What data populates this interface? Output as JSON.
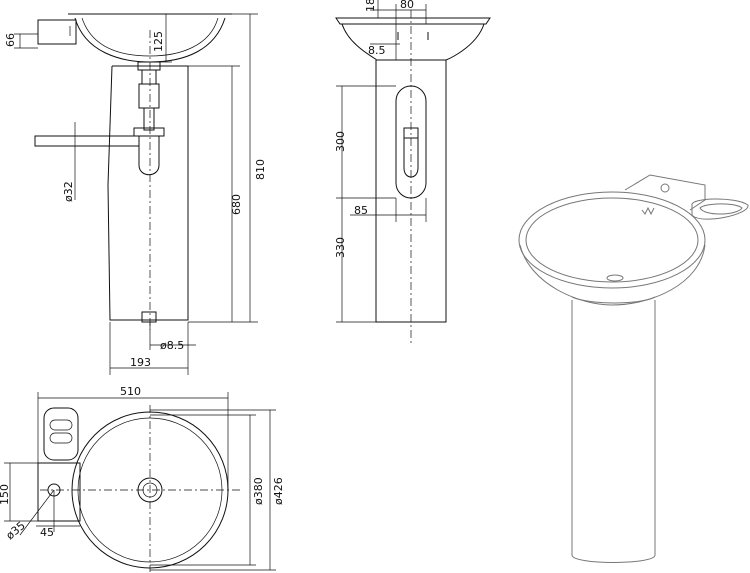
{
  "side_view": {
    "d_66": "66",
    "d_125": "125",
    "d_810": "810",
    "d_680": "680",
    "d_32": "ø32",
    "d_85b": "ø8.5",
    "d_193": "193"
  },
  "front_view": {
    "d_18": "18",
    "d_80": "80",
    "d_85": "8.5",
    "d_300": "300",
    "d_85w": "85",
    "d_330": "330"
  },
  "top_view": {
    "d_510": "510",
    "d_150": "150",
    "d_35": "ø35",
    "d_45": "45",
    "d_380": "ø380",
    "d_426": "ø426"
  }
}
